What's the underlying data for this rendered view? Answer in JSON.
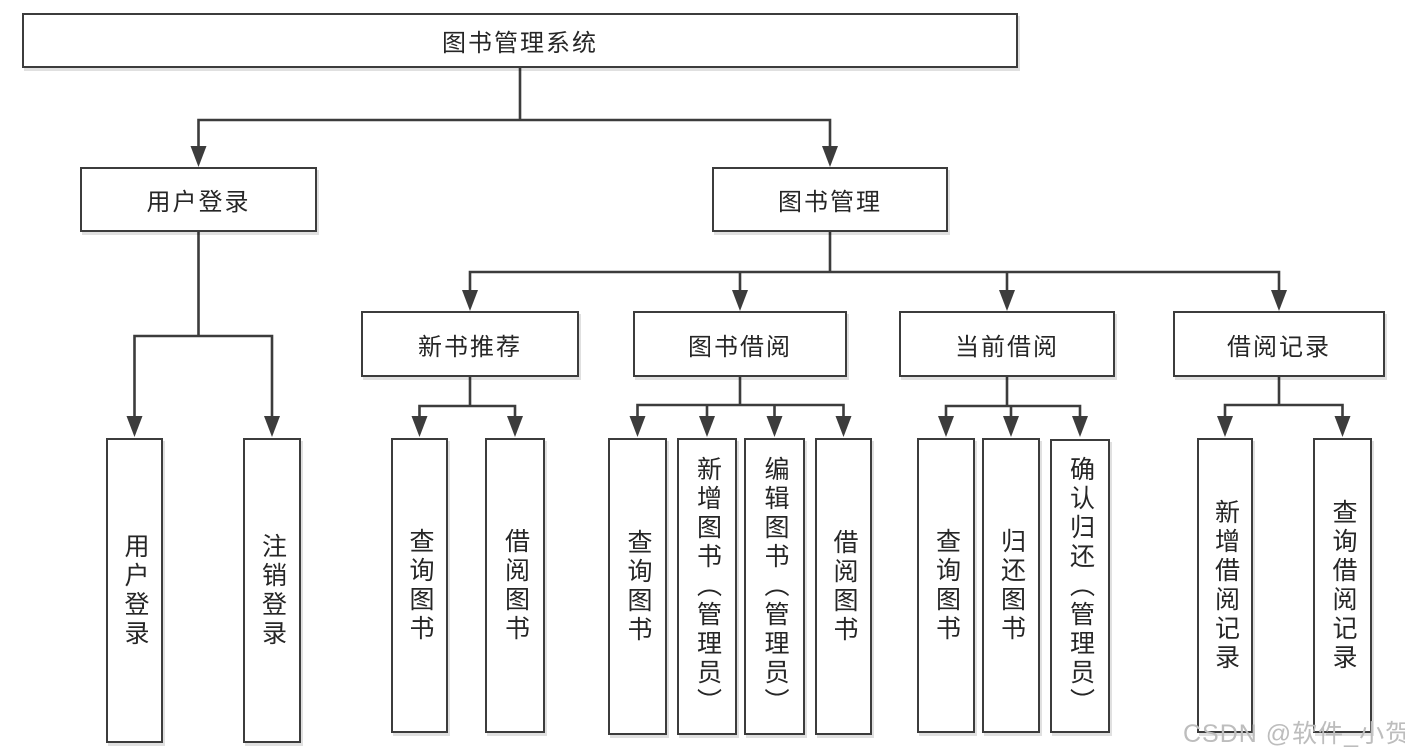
{
  "tree": {
    "label": "图书管理系统",
    "children": [
      {
        "label": "用户登录",
        "children": [
          {
            "label": "用户登录"
          },
          {
            "label": "注销登录"
          }
        ]
      },
      {
        "label": "图书管理",
        "children": [
          {
            "label": "新书推荐",
            "children": [
              {
                "label": "查询图书"
              },
              {
                "label": "借阅图书"
              }
            ]
          },
          {
            "label": "图书借阅",
            "children": [
              {
                "label": "查询图书"
              },
              {
                "label": "新增图书（管理员）"
              },
              {
                "label": "编辑图书（管理员）"
              },
              {
                "label": "借阅图书"
              }
            ]
          },
          {
            "label": "当前借阅",
            "children": [
              {
                "label": "查询图书"
              },
              {
                "label": "归还图书"
              },
              {
                "label": "确认归还（管理员）"
              }
            ]
          },
          {
            "label": "借阅记录",
            "children": [
              {
                "label": "新增借阅记录"
              },
              {
                "label": "查询借阅记录"
              }
            ]
          }
        ]
      }
    ]
  },
  "watermark": {
    "text": "CSDN @软件_小贺同学"
  },
  "colors": {
    "line": "#3c3c3c",
    "text": "#262626",
    "background": "#ffffff",
    "watermark": "#bdbdbd"
  }
}
